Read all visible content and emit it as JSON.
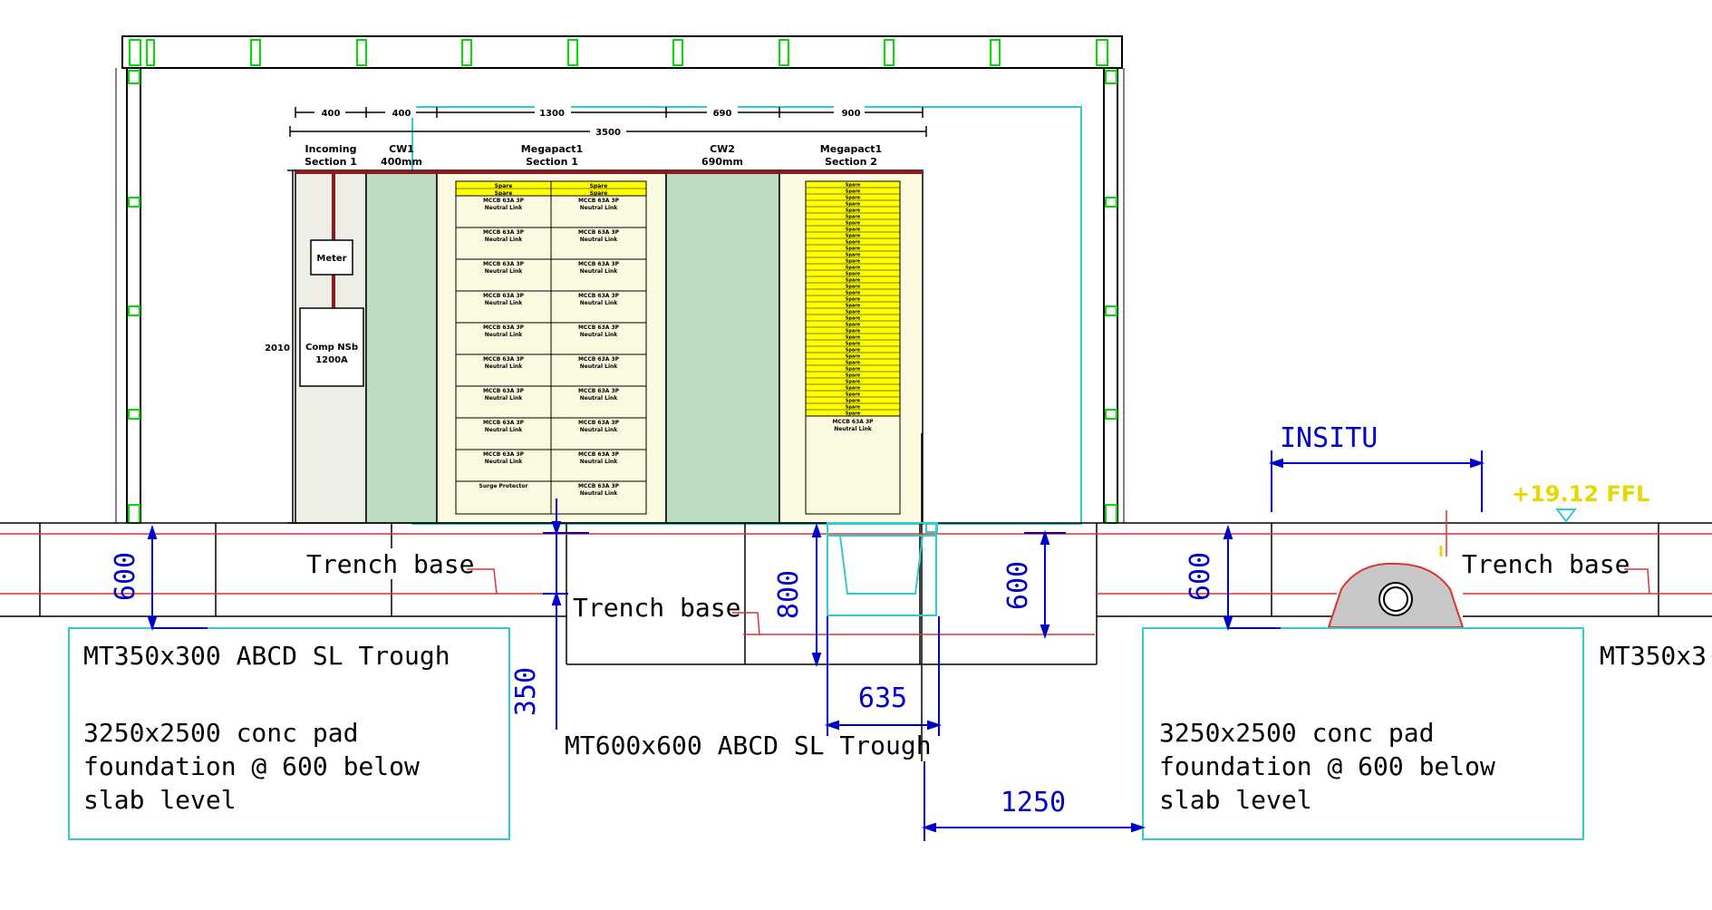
{
  "dims": {
    "top": [
      "400",
      "400",
      "1300",
      "690",
      "900"
    ],
    "total": "3500",
    "height": "2010"
  },
  "sections": {
    "incoming": [
      "Incoming",
      "Section 1"
    ],
    "cw1": [
      "CW1",
      "400mm"
    ],
    "mega1": [
      "Megapact1",
      "Section 1"
    ],
    "cw2": [
      "CW2",
      "690mm"
    ],
    "mega2": [
      "Megapact1",
      "Section 2"
    ]
  },
  "devices": {
    "meter": "Meter",
    "comp": [
      "Comp NSb",
      "1200A"
    ]
  },
  "cells": {
    "spare": "Spare",
    "mccb_left": [
      "MCCB 63A 3P",
      "Neutral Link"
    ],
    "mccb_right": [
      "MCCB 63A 3P",
      "Neutral Link"
    ],
    "surge": "Surge Protector"
  },
  "labels": {
    "trench_base": "Trench base",
    "trough_350": "MT350x300 ABCD SL Trough",
    "trough_600": "MT600x600 ABCD SL Trough",
    "pad_line1": "3250x2500 conc pad",
    "pad_line2": "foundation @ 600 below",
    "pad_line3": "slab level",
    "insitu": "INSITU",
    "ffl": "+19.12 FFL",
    "cut_label": "MT350x3("
  },
  "dimension_values": {
    "d600_left": "600",
    "d350": "350",
    "d800": "800",
    "d600_mid": "600",
    "d635": "635",
    "d1250": "1250",
    "d600_right": "600"
  },
  "colors": {
    "outline": "#000000",
    "green_mark": "#00dd00",
    "cyan": "#33cccc",
    "blue": "#0000cc",
    "red": "#dd3333",
    "yellow": "#ffff00",
    "panel_green": "#bfdcc2",
    "panel_cream": "#fbf9df",
    "panel_gray": "#efeee6",
    "ffl_yellow": "#e6d800"
  }
}
